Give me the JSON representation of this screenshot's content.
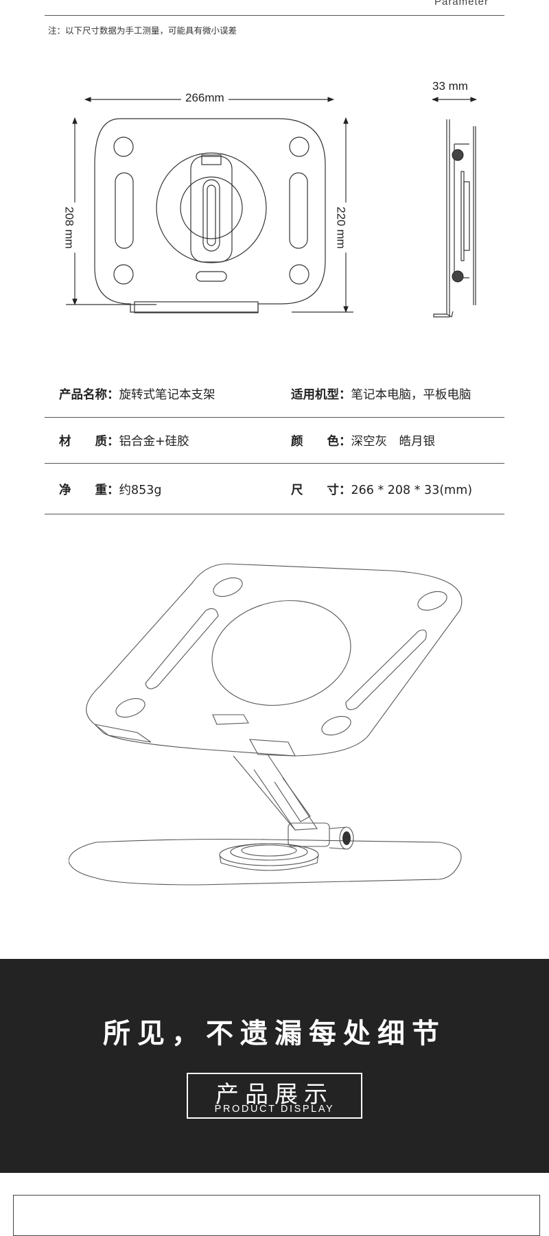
{
  "header": {
    "section_en": "Parameter",
    "note": "注：以下尺寸数据为手工测量，可能具有微小误差"
  },
  "dimensions": {
    "width": "266mm",
    "height_left": "208 mm",
    "height_right": "220 mm",
    "depth": "33 mm"
  },
  "specs": [
    {
      "label": "产品名称：",
      "value": "旋转式笔记本支架"
    },
    {
      "label": "适用机型：",
      "value": "笔记本电脑，平板电脑"
    },
    {
      "label": "材　　质：",
      "value": "铝合金+硅胶"
    },
    {
      "label": "颜　　色：",
      "value": "深空灰　皓月银"
    },
    {
      "label": "净　　重：",
      "value": "约853g"
    },
    {
      "label": "尺　　寸：",
      "value": "266 * 208 * 33(mm)"
    }
  ],
  "banner": {
    "slogan": "所见，不遗漏每处细节",
    "title_cn": "产品展示",
    "title_en": "PRODUCT DISPLAY"
  }
}
